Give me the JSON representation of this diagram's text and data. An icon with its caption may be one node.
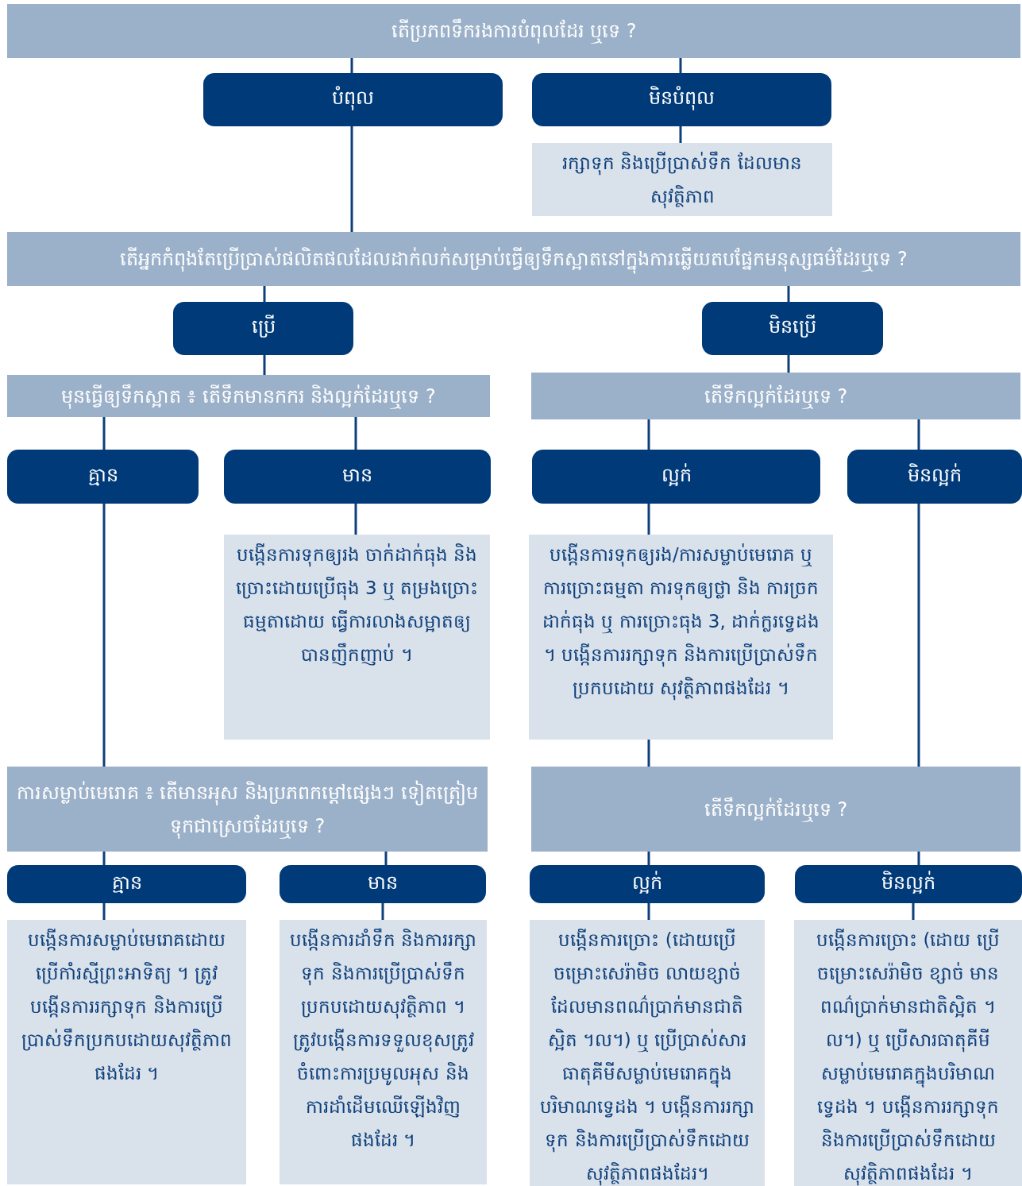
{
  "diagram": {
    "nodes": [
      {
        "text": [
          "តើប្រភពទឹករងការបំពុលដែរ ឬទេ ?"
        ]
      },
      {
        "text": [
          "បំពុល"
        ]
      },
      {
        "text": [
          "មិនបំពុល"
        ]
      },
      {
        "text": [
          "រក្សាទុក និងប្រើប្រាស់ទឹក ដែលមានសុវត្ថិភាព"
        ]
      },
      {
        "text": [
          "តើអ្នកកំពុងតែប្រើប្រាស់ផលិតផលដែលដាក់លក់សម្រាប់ធ្វើឲ្យទឹកស្អាតនៅក្នុងការឆ្លើយតបផ្នែកមនុស្សធម៌ដែរឬទេ ?"
        ]
      },
      {
        "text": [
          "ប្រើ"
        ]
      },
      {
        "text": [
          "មិនប្រើ"
        ]
      },
      {
        "text": [
          "មុនធ្វើឲ្យទឹកស្អាត ៖ តើទឹកមានកករ និងល្អក់ដែរឬទេ ?"
        ]
      },
      {
        "text": [
          "តើទឹកល្អក់ដែរឬទេ ?"
        ]
      },
      {
        "text": [
          "គ្មាន"
        ]
      },
      {
        "text": [
          "មាន"
        ]
      },
      {
        "text": [
          "ល្អក់"
        ]
      },
      {
        "text": [
          "មិនល្អក់"
        ]
      },
      {
        "text": [
          "បង្កើនការទុកឲ្យរង ចាក់ដាក់ធុង និងច្រោះដោយប្រើធុង 3 ឬ តម្រងច្រោះធម្មតាដោយ ធ្វើការលាងសម្អាតឲ្យបានញឹកញាប់ ។"
        ]
      },
      {
        "text": [
          "បង្កើនការទុកឲ្យរង/ការសម្លាប់មេរោគ ឬ ការច្រោះធម្មតា ការទុកឲ្យថ្លា និង ការច្រកដាក់ធុង ឬ ការច្រោះធុង 3, ដាក់ក្លរទ្វេដង ។ បង្កើនការរក្សាទុក និងការប្រើប្រាស់ទឹកប្រកបដោយ សុវត្ថិភាពផងដែរ ។"
        ]
      },
      {
        "text": [
          "ការសម្លាប់មេរោគ ៖ តើមានអុស និងប្រភពកម្តៅផ្សេងៗ ទៀតត្រៀមទុកជាស្រេចដែរឬទេ ?"
        ]
      },
      {
        "text": [
          "តើទឹកល្អក់ដែរឬទេ ?"
        ]
      },
      {
        "text": [
          "គ្មាន"
        ]
      },
      {
        "text": [
          "មាន"
        ]
      },
      {
        "text": [
          "ល្អក់"
        ]
      },
      {
        "text": [
          "មិនល្អក់"
        ]
      },
      {
        "text": [
          "បង្កើនការសម្លាប់មេរោគដោយ ប្រើកាំរស្មីព្រះអាទិត្យ ។ ត្រូវ បង្កើនការរក្សាទុក និងការប្រើប្រាស់ទឹកប្រកបដោយសុវត្ថិភាព ផងដែរ ។"
        ]
      },
      {
        "text": [
          "បង្កើនការដាំទឹក និងការរក្សាទុក និងការប្រើប្រាស់ទឹក ប្រកបដោយសុវត្ថិភាព ។ ត្រូវបង្កើនការទទួលខុសត្រូវ ចំពោះការប្រមូលអុស និង ការដាំដើមឈើឡើងវិញ ផងដែរ ។"
        ]
      },
      {
        "text": [
          "បង្កើនការច្រោះ (ដោយប្រើចម្រោះសេរ៉ាមិច លាយខ្សាច់ ដែលមានពណ៌ប្រាក់មានជាតិស្អិត ។ល។) ឬ ប្រើប្រាស់សារធាតុគីមីសម្លាប់មេរោគក្នុងបរិមាណទ្វេដង ។ បង្កើនការរក្សាទុក និងការប្រើប្រាស់ទឹកដោយសុវត្ថិភាពផងដែរ។"
        ]
      },
      {
        "text": [
          "បង្កើនការច្រោះ (ដោយ ប្រើចម្រោះសេរ៉ាមិច ខ្សាច់ មាន ពណ៌ប្រាក់មានជាតិស្អិត ។ល។) ឬ ប្រើសារធាតុគីមីសម្លាប់មេរោគក្នុងបរិមាណ ទ្វេដង ។ បង្កើនការរក្សាទុក និងការប្រើប្រាស់ទឹកដោយ សុវត្ថិភាពផងដែរ ។"
        ]
      }
    ],
    "edges": [
      {
        "from": 0,
        "to": 1,
        "arrow": "none"
      },
      {
        "from": 0,
        "to": 2,
        "arrow": "none"
      },
      {
        "from": 2,
        "to": 3,
        "arrow": "none"
      },
      {
        "from": 1,
        "to": 4,
        "arrow": "none"
      },
      {
        "from": 4,
        "to": 5,
        "arrow": "none"
      },
      {
        "from": 4,
        "to": 6,
        "arrow": "none"
      },
      {
        "from": 5,
        "to": 7,
        "arrow": "none"
      },
      {
        "from": 6,
        "to": 8,
        "arrow": "none"
      },
      {
        "from": 7,
        "to": 9,
        "arrow": "none"
      },
      {
        "from": 7,
        "to": 10,
        "arrow": "none"
      },
      {
        "from": 10,
        "to": 13,
        "arrow": "none"
      },
      {
        "from": 8,
        "to": 11,
        "arrow": "none"
      },
      {
        "from": 8,
        "to": 12,
        "arrow": "none"
      },
      {
        "from": 11,
        "to": 14,
        "arrow": "none"
      },
      {
        "from": 9,
        "to": 15,
        "arrow": "none"
      },
      {
        "from": 14,
        "to": 16,
        "arrow": "none"
      },
      {
        "from": 12,
        "to": 16,
        "arrow": "none"
      },
      {
        "from": 15,
        "to": 17,
        "arrow": "none"
      },
      {
        "from": 15,
        "to": 18,
        "arrow": "none"
      },
      {
        "from": 16,
        "to": 19,
        "arrow": "none"
      },
      {
        "from": 16,
        "to": 20,
        "arrow": "none"
      },
      {
        "from": 17,
        "to": 21,
        "arrow": "none"
      },
      {
        "from": 18,
        "to": 22,
        "arrow": "none"
      },
      {
        "from": 19,
        "to": 23,
        "arrow": "none"
      },
      {
        "from": 20,
        "to": 24,
        "arrow": "none"
      }
    ]
  }
}
